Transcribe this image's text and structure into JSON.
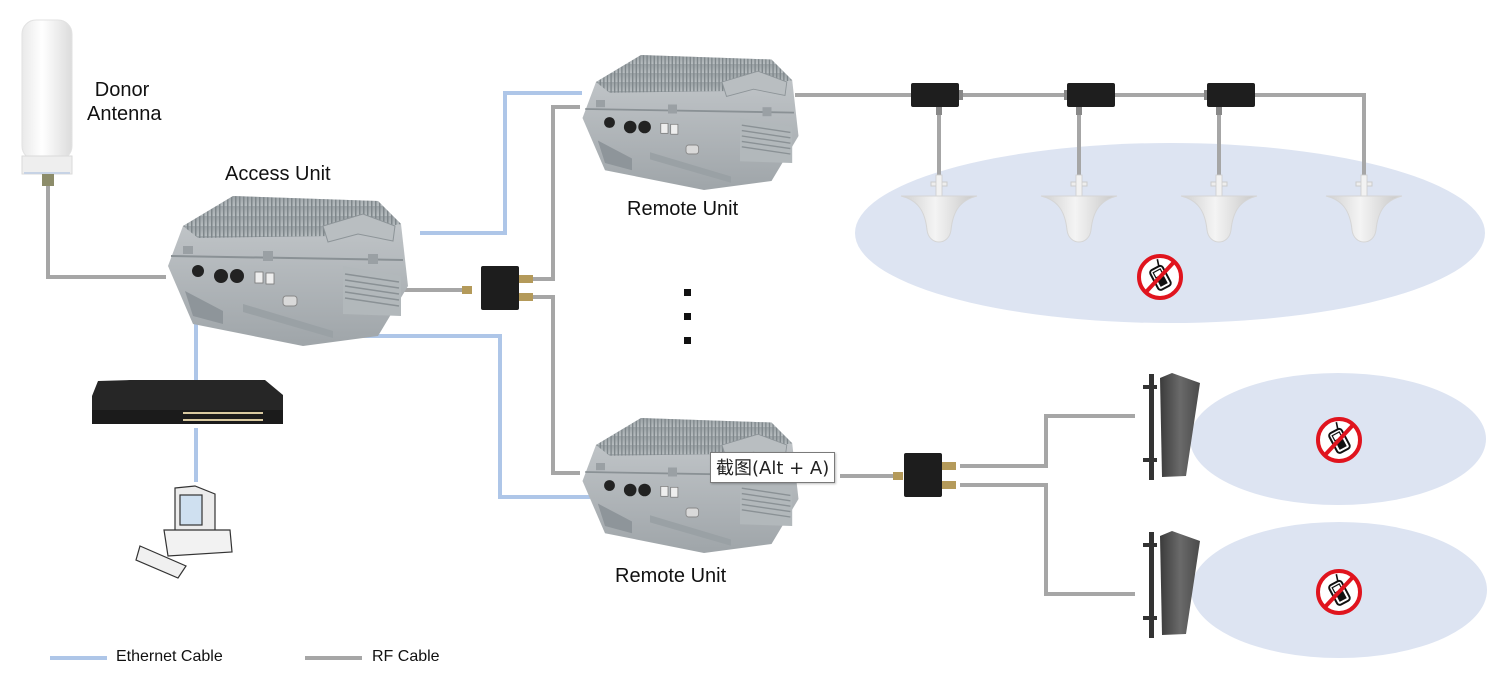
{
  "diagram": {
    "title": "DAS network topology",
    "colors": {
      "ethernet_cable": "#aec6e8",
      "rf_cable": "#a6a6a6",
      "coverage_area": "#dde4f2",
      "no_phone_red": "#e0141e",
      "device_dark": "#1e1e1e",
      "unit_gray": "#a8aeb2"
    },
    "labels": {
      "donor_antenna_line1": "Donor",
      "donor_antenna_line2": "Antenna",
      "access_unit": "Access Unit",
      "remote_unit_top": "Remote Unit",
      "remote_unit_bottom": "Remote Unit",
      "ellipsis": "⋮"
    },
    "legend": [
      {
        "label": "Ethernet Cable",
        "type": "ethernet"
      },
      {
        "label": "RF Cable",
        "type": "rf"
      }
    ],
    "tooltip": "截图(Alt + A)",
    "nodes": [
      {
        "id": "donor-antenna",
        "kind": "omni antenna"
      },
      {
        "id": "access-unit",
        "kind": "access unit"
      },
      {
        "id": "network-switch",
        "kind": "ethernet switch"
      },
      {
        "id": "computer",
        "kind": "pc"
      },
      {
        "id": "splitter-1",
        "kind": "rf splitter"
      },
      {
        "id": "remote-unit-1",
        "kind": "remote unit"
      },
      {
        "id": "remote-unit-2",
        "kind": "remote unit"
      },
      {
        "id": "coupler-1",
        "kind": "coupler"
      },
      {
        "id": "coupler-2",
        "kind": "coupler"
      },
      {
        "id": "coupler-3",
        "kind": "coupler"
      },
      {
        "id": "ceiling-antenna-1",
        "kind": "ceiling antenna"
      },
      {
        "id": "ceiling-antenna-2",
        "kind": "ceiling antenna"
      },
      {
        "id": "ceiling-antenna-3",
        "kind": "ceiling antenna"
      },
      {
        "id": "ceiling-antenna-4",
        "kind": "ceiling antenna"
      },
      {
        "id": "splitter-2",
        "kind": "rf splitter"
      },
      {
        "id": "panel-antenna-1",
        "kind": "panel antenna"
      },
      {
        "id": "panel-antenna-2",
        "kind": "panel antenna"
      }
    ],
    "coverage_zones": [
      {
        "id": "indoor-zone",
        "icon": "no-mobile-signal"
      },
      {
        "id": "sector-zone-1",
        "icon": "no-mobile-signal"
      },
      {
        "id": "sector-zone-2",
        "icon": "no-mobile-signal"
      }
    ]
  }
}
